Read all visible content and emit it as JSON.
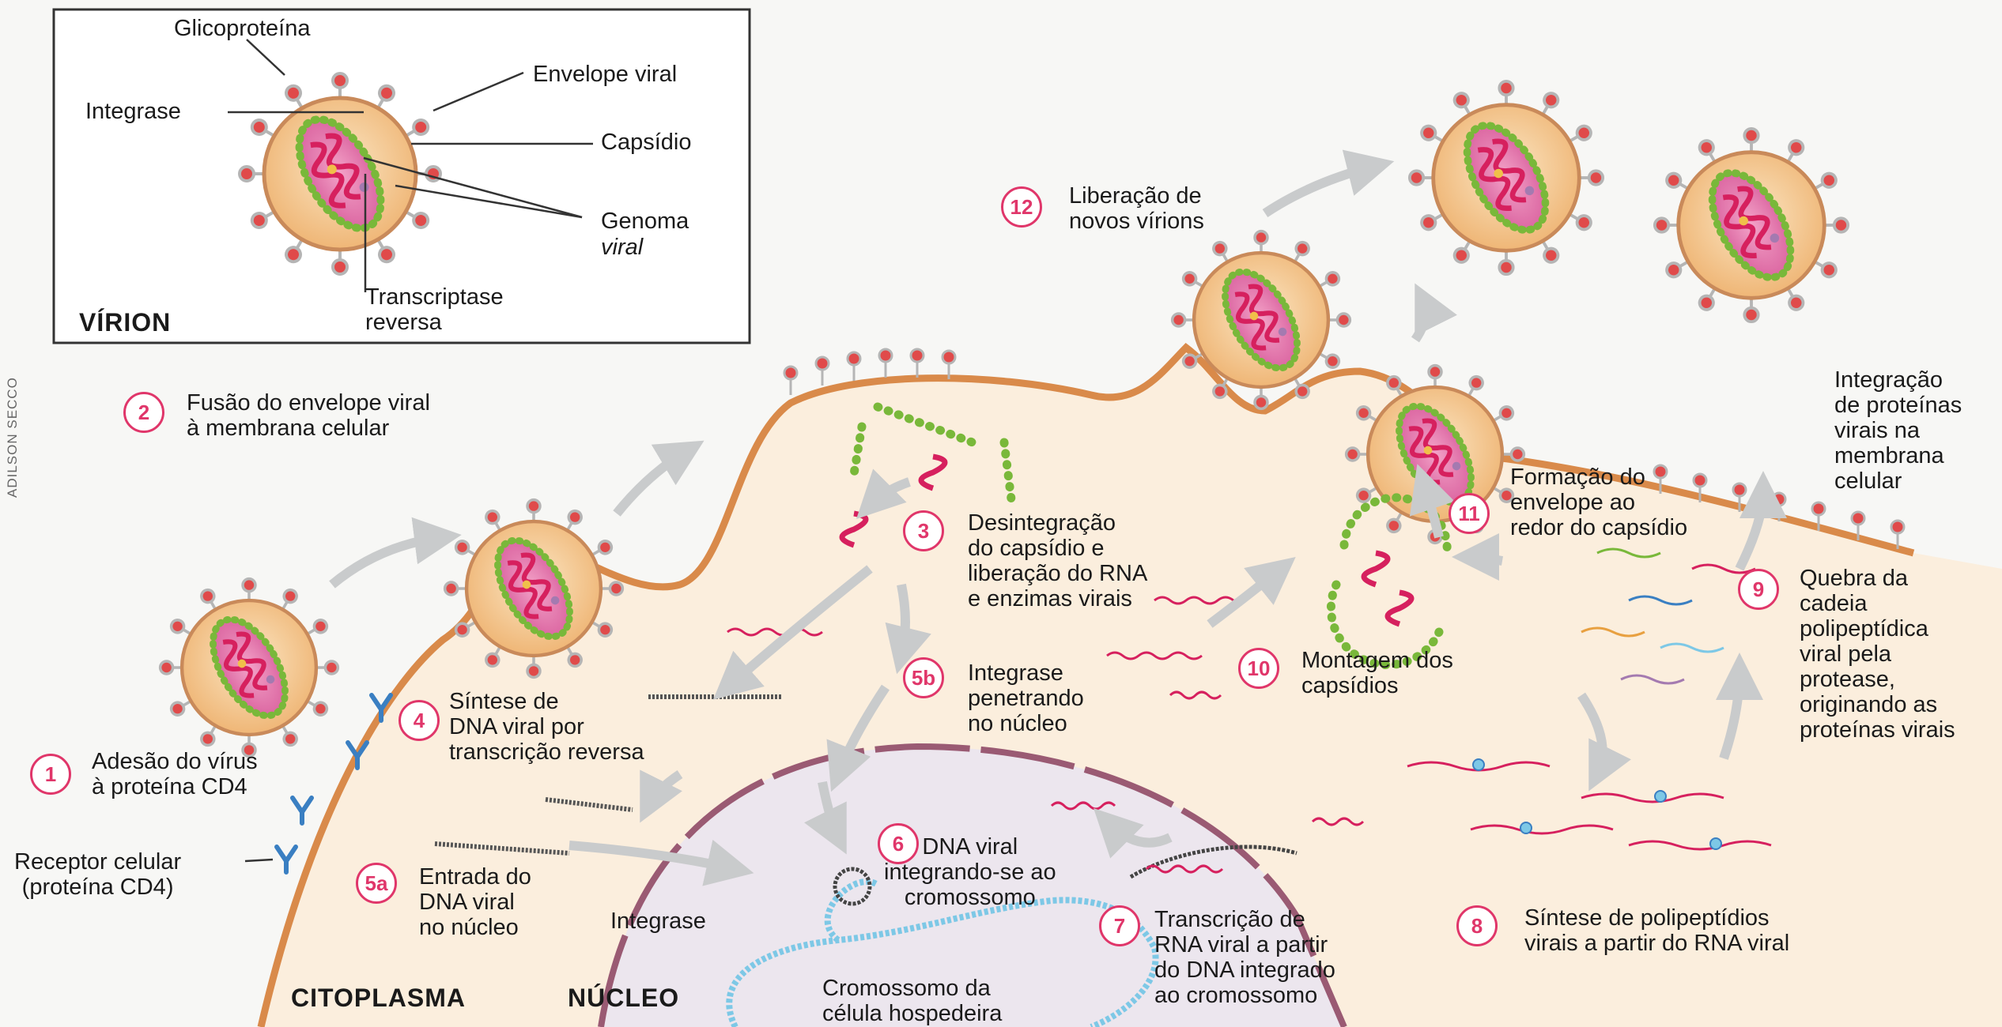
{
  "credit": "ADILSON SECCO",
  "virion_box": {
    "title": "VÍRION",
    "labels": {
      "glycoprotein": "Glicoproteína",
      "integrase": "Integrase",
      "envelope": "Envelope viral",
      "capsid": "Capsídio",
      "genome_line1": "Genoma",
      "genome_line2": "viral",
      "reverse_transcriptase": "Transcriptase\nreversa"
    }
  },
  "regions": {
    "cytoplasm": "CITOPLASMA",
    "nucleus": "NÚCLEO"
  },
  "steps": [
    {
      "num": "1",
      "text": "Adesão do vírus\nà proteína CD4"
    },
    {
      "num": "2",
      "text": "Fusão do envelope viral\nà membrana celular"
    },
    {
      "num": "3",
      "text": "Desintegração\ndo capsídio e\nliberação do RNA\ne enzimas virais"
    },
    {
      "num": "4",
      "text": "Síntese de\nDNA viral por\ntranscrição reversa"
    },
    {
      "num": "5a",
      "text": "Entrada do\nDNA viral\nno núcleo"
    },
    {
      "num": "5b",
      "text": "Integrase\npenetrando\nno núcleo"
    },
    {
      "num": "6",
      "text": "DNA viral\nintegrando-se ao\ncromossomo"
    },
    {
      "num": "7",
      "text": "Transcrição de\nRNA viral a partir\ndo DNA integrado\nao cromossomo"
    },
    {
      "num": "8",
      "text": "Síntese de polipeptídios\nvirais a partir do RNA viral"
    },
    {
      "num": "9",
      "text": "Quebra da\ncadeia\npolipeptídica\nviral pela\nprotease,\noriginando as\nproteínas virais"
    },
    {
      "num": "10",
      "text": "Montagem dos\ncapsídios"
    },
    {
      "num": "11",
      "text": "Formação do\nenvelope ao\nredor do capsídio"
    },
    {
      "num": "12",
      "text": "Liberação de\nnovos vírions"
    }
  ],
  "side_labels": {
    "receptor": "Receptor celular\n(proteína CD4)",
    "integrase_nucleus": "Integrase",
    "chromosome": "Cromossomo da\ncélula hospedeira",
    "integration_membrane": "Integração\nde proteínas\nvirais na\nmembrana\ncelular"
  },
  "colors": {
    "step_ring": "#e0366a",
    "cell_membrane": "#d98a4a",
    "cytoplasm": "#fbeedd",
    "nucleus": "#ece6ee",
    "capsid": "#79b83a",
    "rna": "#d6205e",
    "glycoprotein": "#e04a4a",
    "chromosome": "#7dc8e6"
  }
}
